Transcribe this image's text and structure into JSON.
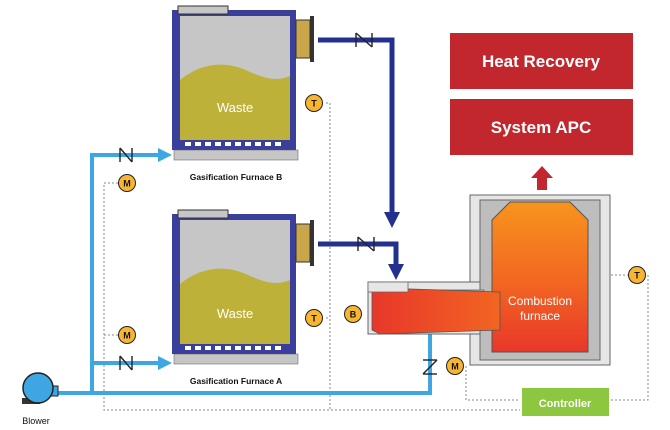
{
  "furnace_b": {
    "label": "Gasification Furnace B",
    "content": "Waste"
  },
  "furnace_a": {
    "label": "Gasification Furnace A",
    "content": "Waste"
  },
  "combustion": {
    "line1": "Combustion",
    "line2": "furnace"
  },
  "heat_recovery": "Heat Recovery",
  "system_apc": "System APC",
  "controller": "Controller",
  "blower": "Blower",
  "sensor_t": "T",
  "sensor_m": "M",
  "sensor_b": "B",
  "colors": {
    "waste": "#bdb13a",
    "furnace_frame": "#3a3f9c",
    "air_line": "#3ea6e3",
    "gas_line": "#23308f",
    "flame": "#ef4a24",
    "red_box": "#c1272d",
    "controller": "#8dc63f",
    "sensor": "#f7b531"
  }
}
